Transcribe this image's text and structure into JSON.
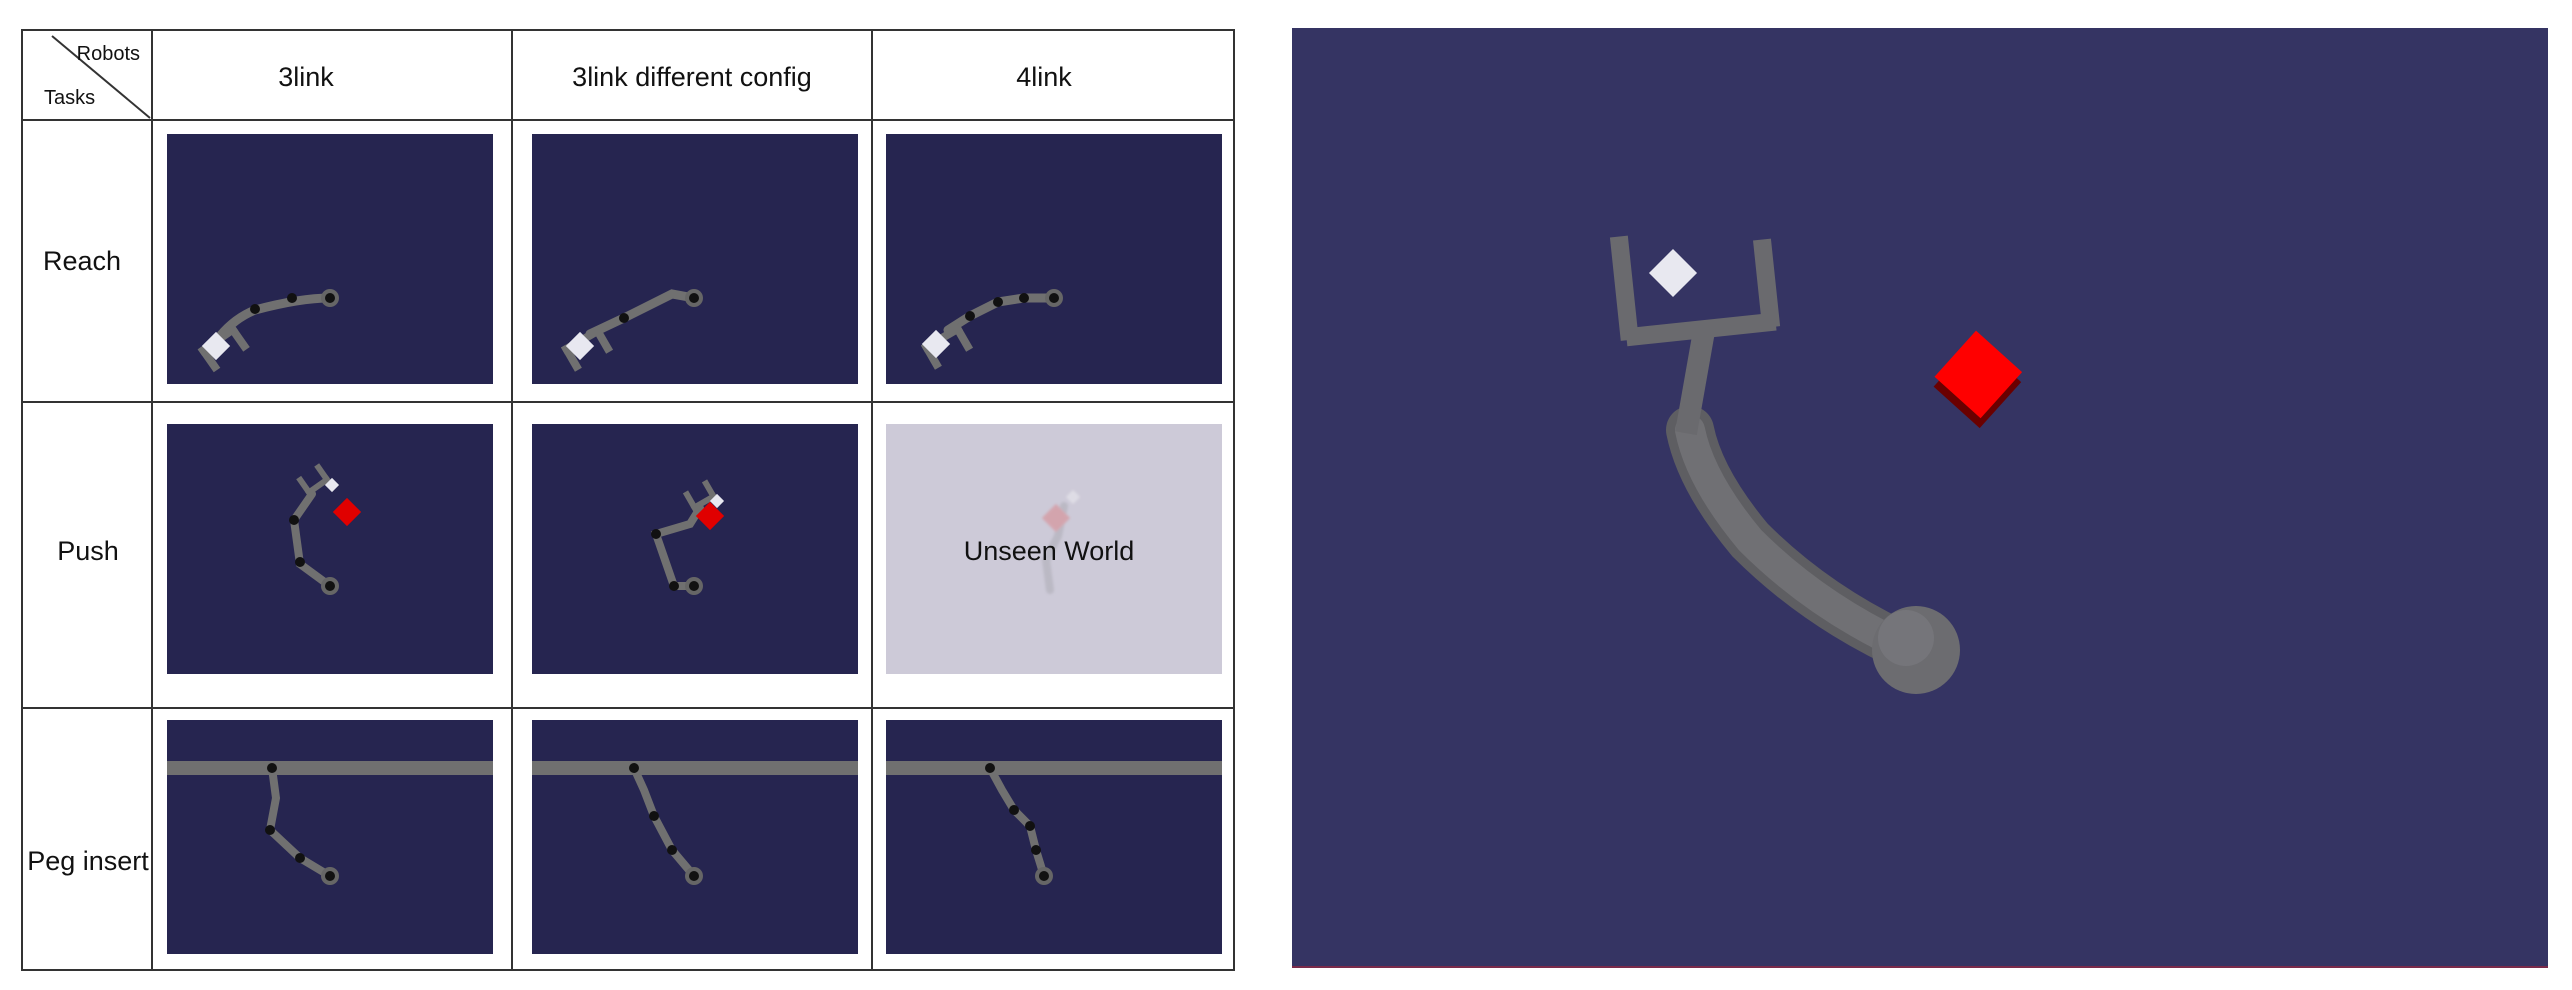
{
  "table": {
    "corner_top": "Robots",
    "corner_bottom": "Tasks",
    "columns": [
      "3link",
      "3link different config",
      "4link"
    ],
    "rows": [
      "Reach",
      "Push",
      "Peg insert"
    ],
    "unseen_label": "Unseen World"
  },
  "colors": {
    "scene_background": "#262550",
    "large_scene_background": "#353463",
    "unseen_background": "#cdcad8",
    "arm_gray": "#707070",
    "joint_black": "#111111",
    "target_red": "#e00000",
    "object_white": "#e8e8f0",
    "border": "#333333"
  }
}
